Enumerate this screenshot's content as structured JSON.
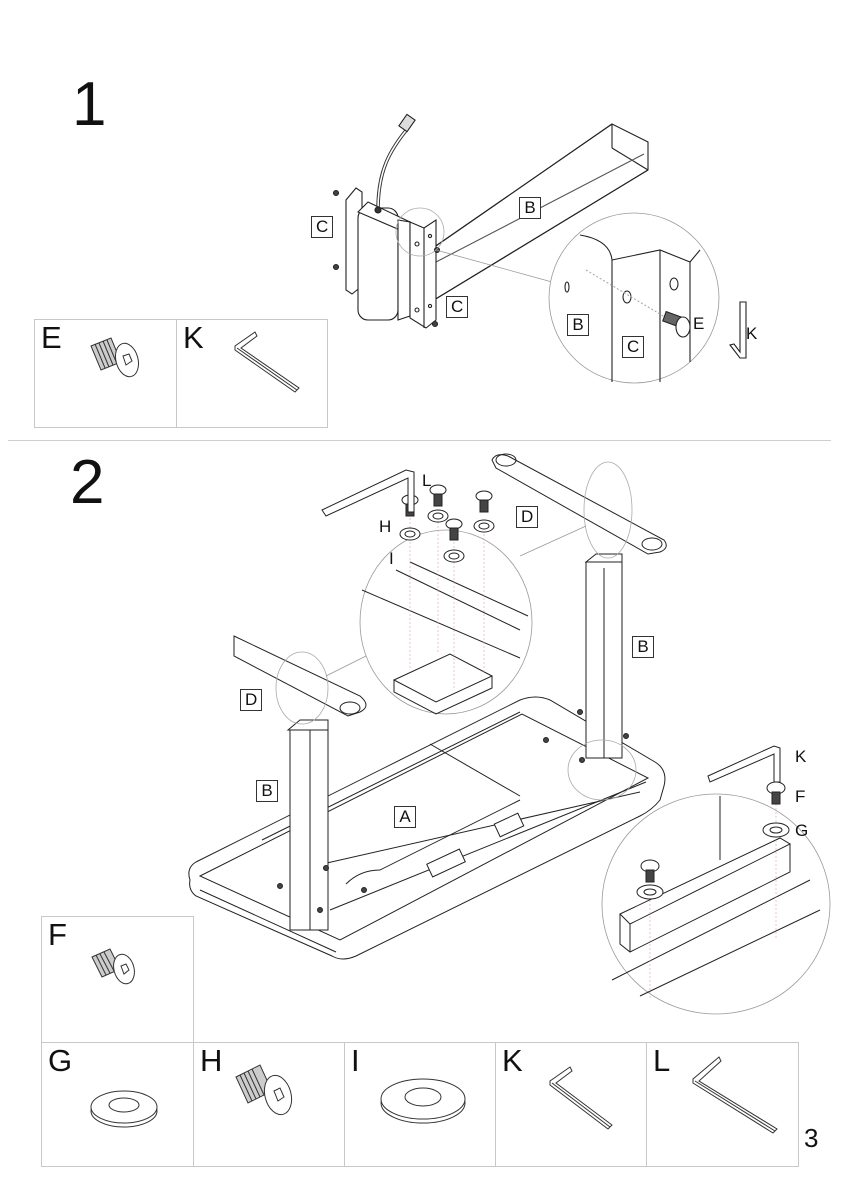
{
  "document": {
    "type": "assembly-instructions",
    "page_number": "3"
  },
  "step1": {
    "number": "1",
    "callouts": {
      "leg": "B",
      "bracket_left": "C",
      "bracket_right": "C",
      "detail_leg": "B",
      "detail_bracket": "C",
      "detail_screw": "E",
      "detail_key": "K"
    },
    "parts": [
      {
        "letter": "E",
        "icon": "countersunk-screw-icon"
      },
      {
        "letter": "K",
        "icon": "allen-key-icon"
      }
    ]
  },
  "step2": {
    "number": "2",
    "callouts": {
      "key_top": "L",
      "screw_h": "H",
      "washer_i": "I",
      "foot_right": "D",
      "foot_left": "D",
      "leg_right": "B",
      "leg_left": "B",
      "frame": "A",
      "key_side": "K",
      "screw_f": "F",
      "washer_g": "G"
    },
    "parts_top": [
      {
        "letter": "F",
        "icon": "button-head-screw-icon"
      }
    ],
    "parts_bottom": [
      {
        "letter": "G",
        "icon": "small-washer-icon"
      },
      {
        "letter": "H",
        "icon": "flange-screw-icon"
      },
      {
        "letter": "I",
        "icon": "large-washer-icon"
      },
      {
        "letter": "K",
        "icon": "allen-key-small-icon"
      },
      {
        "letter": "L",
        "icon": "allen-key-large-icon"
      }
    ]
  }
}
